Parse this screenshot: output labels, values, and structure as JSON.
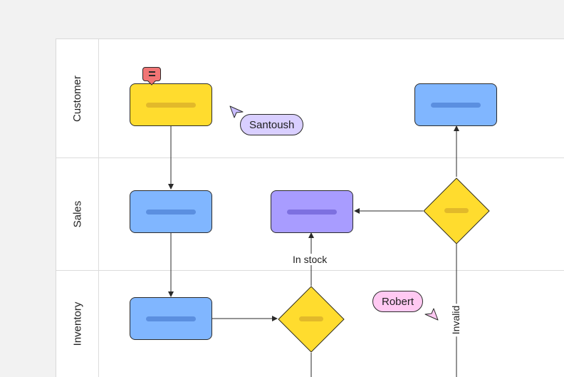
{
  "lanes": [
    {
      "label": "Customer"
    },
    {
      "label": "Sales"
    },
    {
      "label": "Inventory"
    }
  ],
  "edge_labels": {
    "in_stock": "In stock",
    "invalid": "Invalid"
  },
  "collaborators": [
    {
      "name": "Santoush",
      "color": "#d9cfff"
    },
    {
      "name": "Robert",
      "color": "#ffc9f2"
    }
  ],
  "colors": {
    "yellow_node": "#ffdc2e",
    "yellow_bar": "#e2b92a",
    "blue_node": "#80b6ff",
    "blue_bar": "#5b8fe0",
    "purple_node": "#a89cff",
    "purple_bar": "#7d70e0",
    "comment": "#f07575"
  },
  "icons": {
    "comment": "comment-icon",
    "cursor": "cursor-arrow-icon"
  }
}
